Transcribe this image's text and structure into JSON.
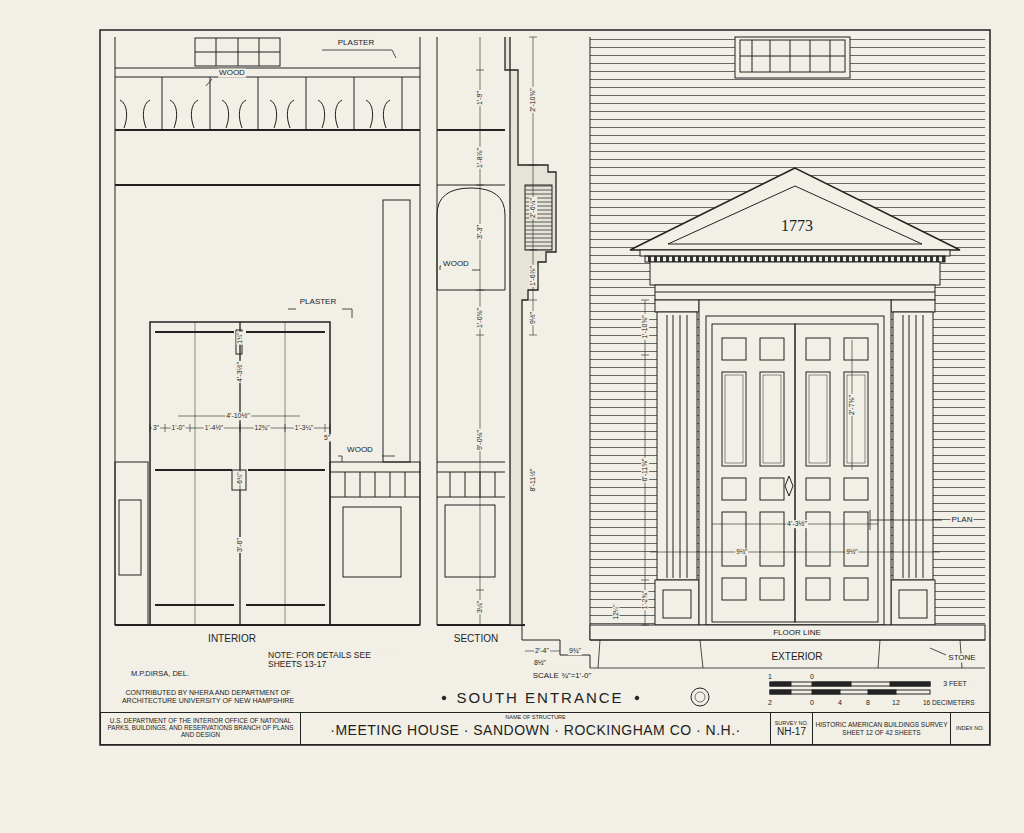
{
  "diagram": {
    "title": "SOUTH ENTRANCE",
    "nodes": [
      {
        "text": [
          "U.S. DEPARTMENT OF THE INTERIOR OFFICE OF NATIONAL PARKS, BUILDINGS, AND RESERVATIONS BRANCH OF PLANS AND DESIGN"
        ]
      },
      {
        "text": [
          "NAME OF STRUCTURE",
          "·MEETING HOUSE · SANDOWN · ROCKINGHAM CO · N.H.·"
        ]
      },
      {
        "text": [
          "SURVEY NO.",
          "NH-17"
        ]
      },
      {
        "text": [
          "HISTORIC AMERICAN BUILDINGS SURVEY",
          "SHEET 12 OF 42 SHEETS"
        ]
      },
      {
        "text": [
          "INDEX NO."
        ]
      }
    ],
    "labels": [
      "PLASTER",
      "WOOD",
      "PLASTER",
      "WOOD",
      "WOOD",
      "INTERIOR",
      "SECTION",
      "EXTERIOR",
      "NOTE: FOR DETAILS SEE SHEETS 13-17",
      "M.P.DIRSA, DEL.",
      "CONTRIBUTED BY NHERA AND DEPARTMENT OF ARCHITECTURE UNIVERSITY OF NEW HAMPSHIRE",
      "SCALE ¾\"=1'-0\"",
      "1",
      "0",
      "3 FEET",
      "2",
      "0",
      "4",
      "8",
      "12",
      "16 DECIMETERS",
      "1773",
      "PLAN",
      "FLOOR LINE",
      "STONE",
      "4'-10½\"",
      "3\"",
      "1'-0\"",
      "1'-4½\"",
      "12¾\"",
      "1'-3¼\"",
      "5\"",
      "4'-3½\"",
      "3'-6\"",
      "1¾\"",
      "6¾\"",
      "2'-10⅜\"",
      "1'-9\"",
      "1'-8⅞\"",
      "3'-3\"",
      "2'-6¼\"",
      "1'-6⅞\"",
      "1'-0⅝\"",
      "9½\"",
      "9'-0⅛\"",
      "8'-11½\"",
      "3¼\"",
      "2'-4\"",
      "8½\"",
      "9¾\"",
      "6'-11⅜\"",
      "1'-10⅜\"",
      "2'-7⅜\"",
      "4'-3½\"",
      "9½\"",
      "9½\"",
      "1'-2⅝\"",
      "12¼\""
    ]
  }
}
